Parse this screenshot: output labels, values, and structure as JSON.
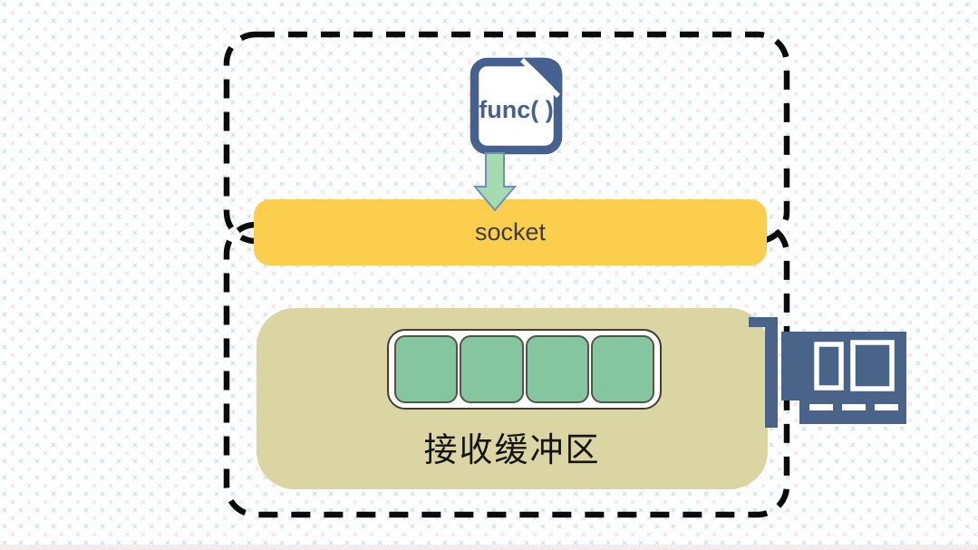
{
  "background": {
    "base": "#fdfeff",
    "pattern_color_blue": "#cdd9ef",
    "pattern_color_pink": "#f0dde6"
  },
  "outline": {
    "color": "#0b0b0b",
    "style": "dashed rounded rectangle, two stacked sections"
  },
  "function_icon": {
    "icon": "document-code-icon",
    "label": "func( )",
    "color": "#46618F"
  },
  "flow_arrow": {
    "icon": "down-arrow-icon",
    "fill": "#A6DAB1",
    "stroke": "#6B90BC"
  },
  "socket_bar": {
    "label": "socket",
    "fill": "#FBCE4E",
    "text_color": "#3d3d3d"
  },
  "receive_buffer": {
    "label": "接收缓冲区",
    "fill": "#DAD5A2",
    "slot_count": 4,
    "slot_fill": "#85C6A0",
    "slot_border": "#54544A"
  },
  "network_card": {
    "icon": "network-card-icon",
    "fill": "#4A6489",
    "port_color": "#ffffff"
  }
}
